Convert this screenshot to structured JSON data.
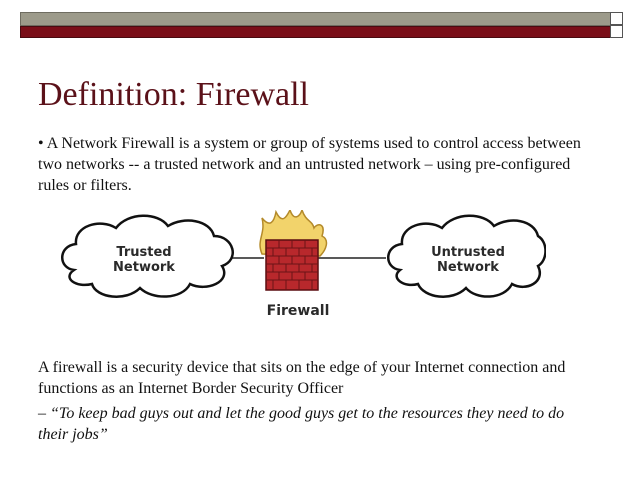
{
  "slide": {
    "title": "Definition: Firewall",
    "paragraph1": "• A Network Firewall is a system or group of systems used to control access between two networks -- a  trusted network and an untrusted network – using pre-configured rules or filters.",
    "paragraph2": "A firewall is a security device that sits on the edge of your Internet connection and functions as an Internet Border Security Officer",
    "quote": "– “To keep bad guys out and let the good guys get to the resources they need to do their jobs”"
  },
  "diagram": {
    "trusted_line1": "Trusted",
    "trusted_line2": "Network",
    "untrusted_line1": "Untrusted",
    "untrusted_line2": "Network",
    "firewall_label": "Firewall"
  },
  "colors": {
    "title": "#5b1119",
    "bar_top": "#9c9a8a",
    "bar_bottom": "#7a0e18",
    "brick": "#b8282c",
    "flame": "#f2d36b"
  }
}
